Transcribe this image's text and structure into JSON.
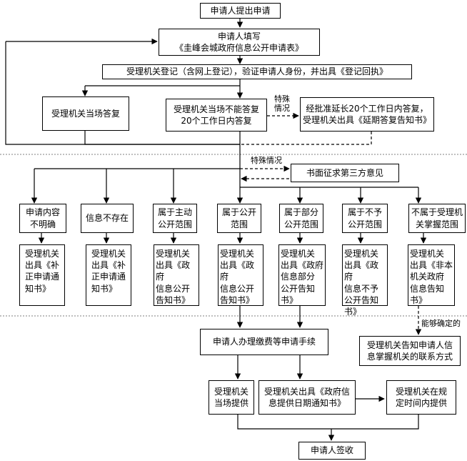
{
  "nodes": {
    "n_apply": "申请人提出申请",
    "n_fill": "申请人填写\n《圭峰会城政府信息公开申请表》",
    "n_register": "受理机关登记（含网上登记），验证申请人身份，并出具《登记回执》",
    "n_onsite": "受理机关当场答复",
    "n_20days": "受理机关当场不能答复\n20个工作日内答复",
    "n_extend": "经批准延长20个工作日内答复，\n受理机关出具《延期答复告知书》",
    "n_thirdparty": "书面征求第三方意见",
    "c1": "申请内容\n不明确",
    "c2": "信息不存在",
    "c3": "属于主动\n公开范围",
    "c4": "属于公开\n范围",
    "c5": "属于部分\n公开范围",
    "c6": "属于不予\n公开范围",
    "c7": "不属于受理机\n关掌握范围",
    "r1": "受理机关\n出具《补\n正申请通\n知书》",
    "r2": "受理机关\n出具《补\n正申请通\n知书》",
    "r3": "受理机关\n出具《政府\n信息公开\n告知书》",
    "r4": "受理机关\n出具《政府\n信息公开\n告知书》",
    "r5": "受理机关\n出具《政府\n信息部分\n公开告知\n书》",
    "r6": "受理机关\n出具《政府\n信息不予\n公开告知\n书》",
    "r7": "受理机关\n出具《非本\n机关政府\n信息告知\n书》",
    "n_fee": "申请人办理缴费等申请手续",
    "n_inform": "受理机关告知申请人信\n息掌握机关的联系方式",
    "n_onsite_provide": "受理机关\n当场提供",
    "n_notice_date": "受理机关出具《政府信\n息提供日期通知书》",
    "n_provide_time": "受理机关在规\n定时间内提供",
    "n_sign": "申请人签收"
  },
  "labels": {
    "special1": "特殊\n情况",
    "special2": "特殊情况",
    "can_determine": "能够确定的"
  },
  "colors": {
    "line": "#000000",
    "box_border": "#000000",
    "background": "#ffffff"
  }
}
